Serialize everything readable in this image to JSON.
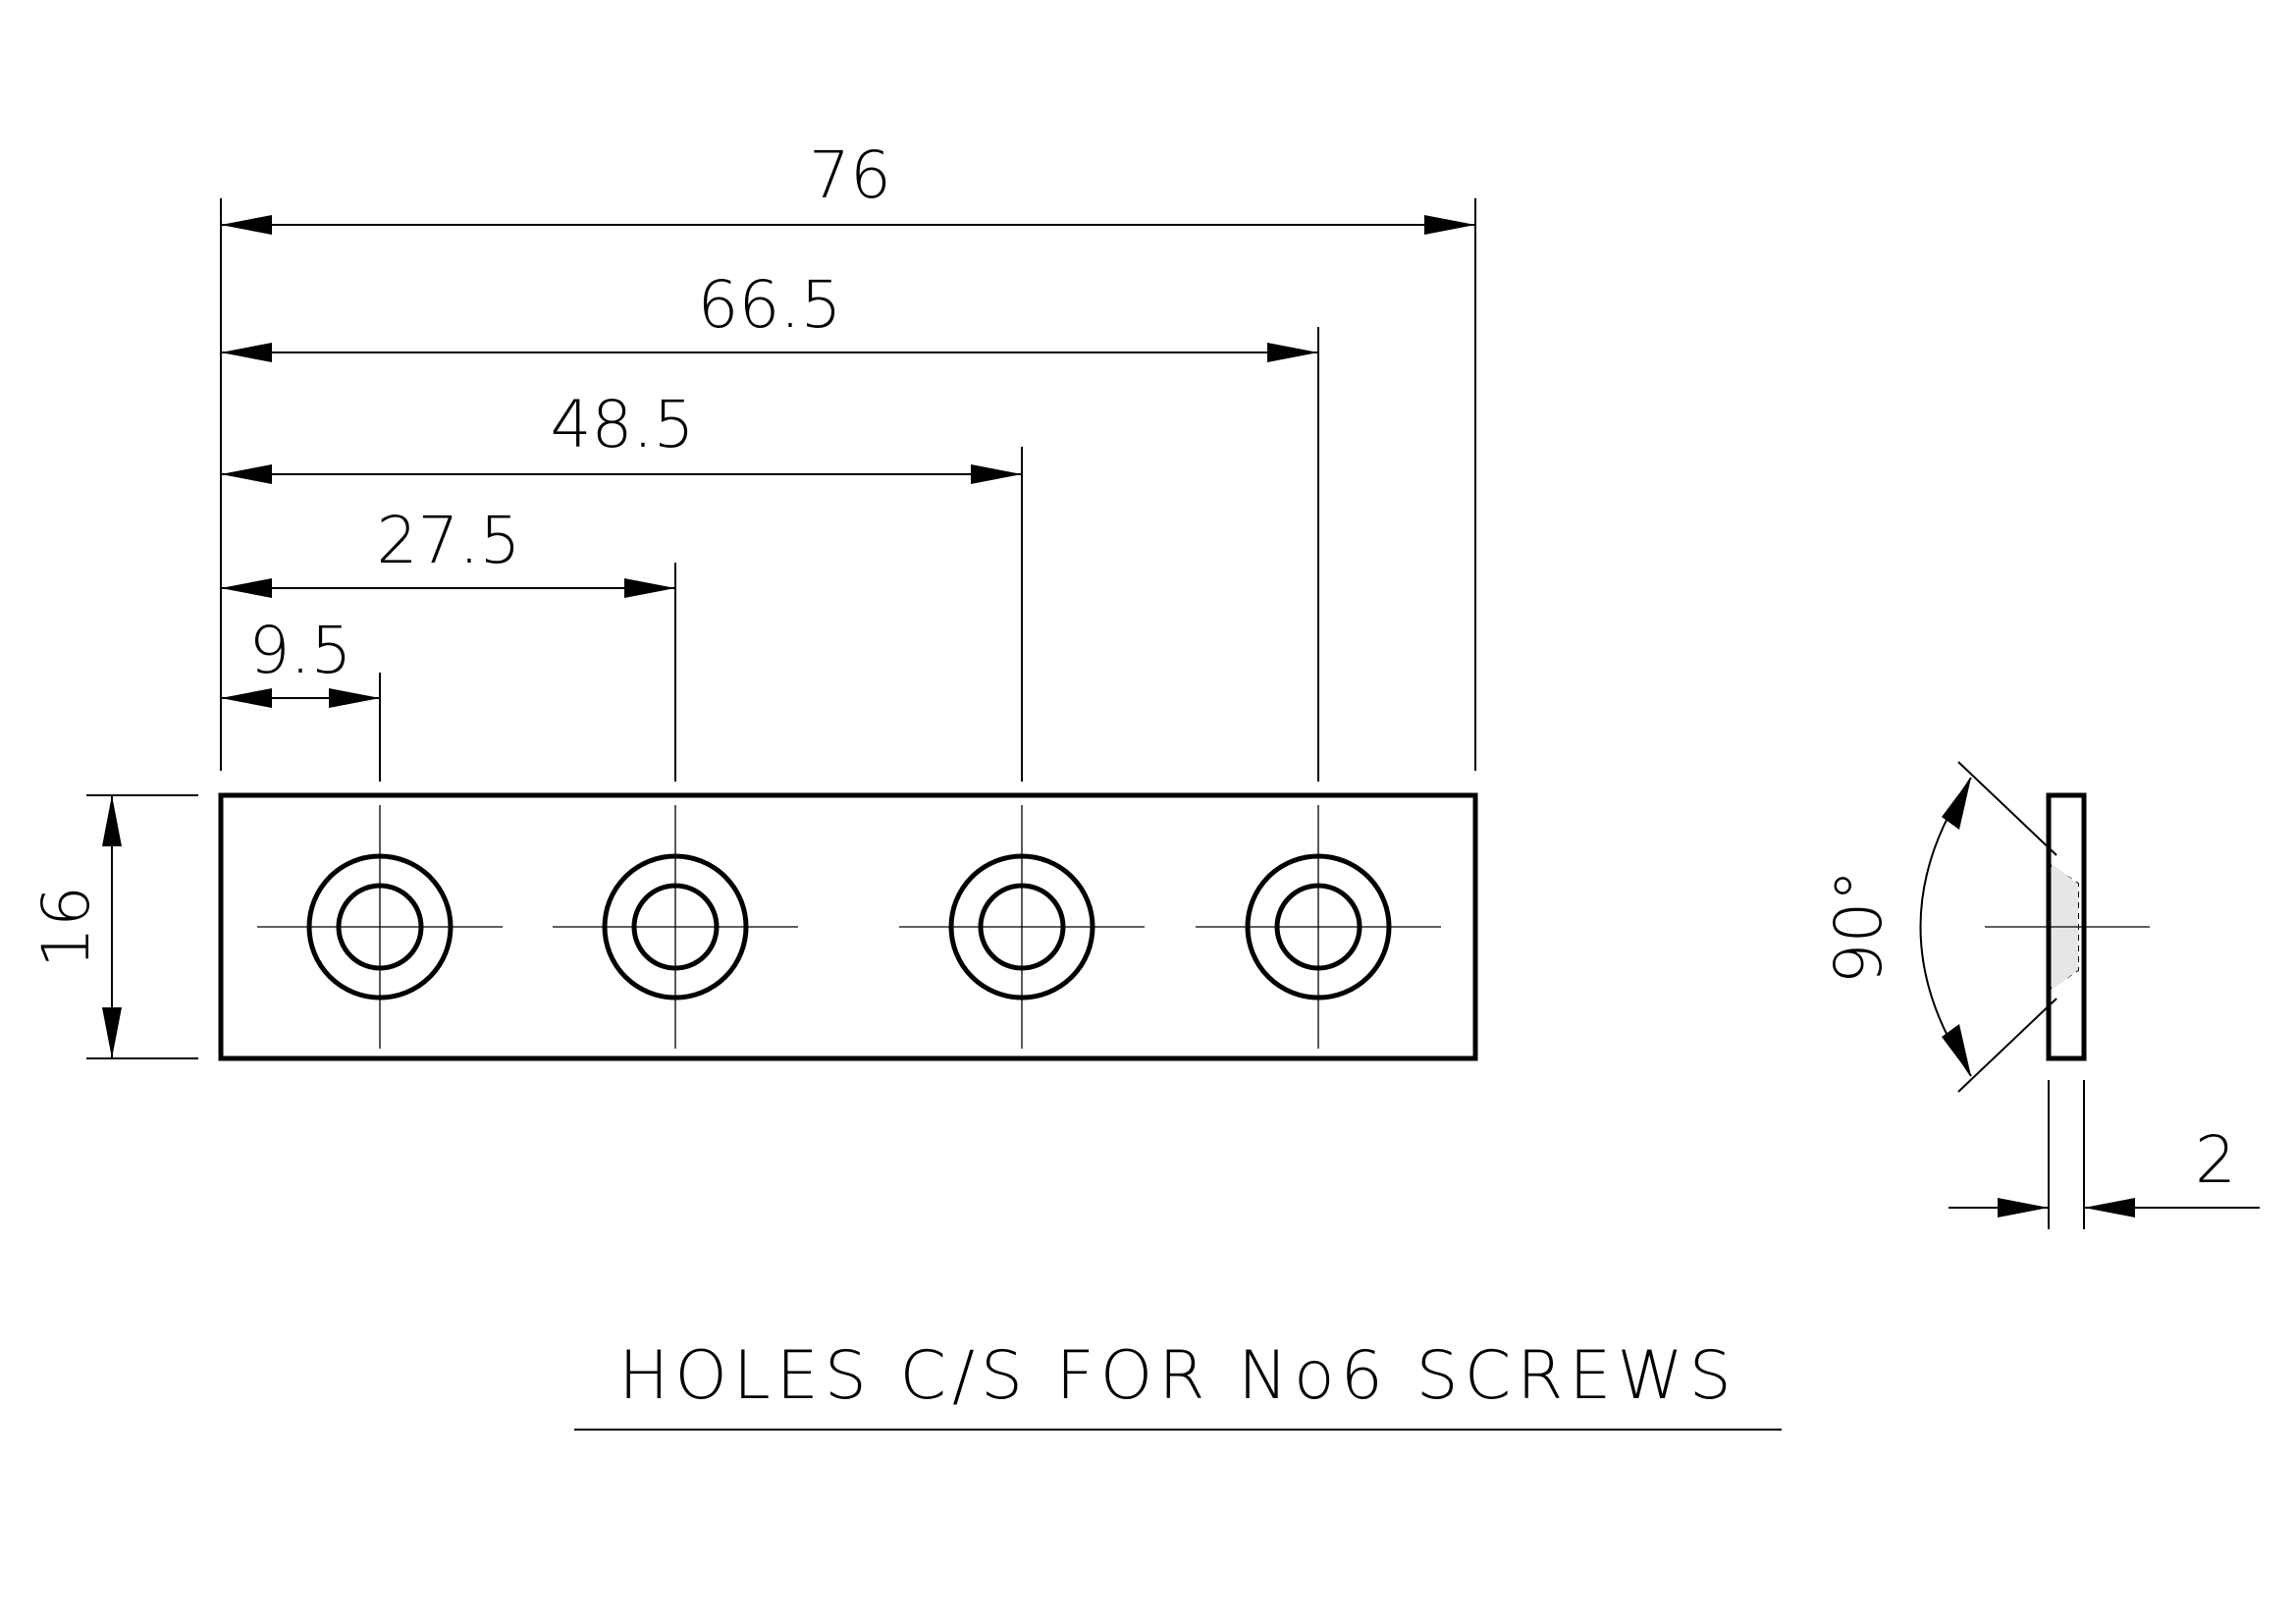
{
  "front_view": {
    "dimensions": {
      "overall_length": "76",
      "hole4_position": "66.5",
      "hole3_position": "48.5",
      "hole2_position": "27.5",
      "hole1_position": "9.5",
      "height": "16"
    }
  },
  "side_view": {
    "countersink_angle": "90°",
    "thickness": "2"
  },
  "note": "HOLES C/S FOR No6 SCREWS"
}
